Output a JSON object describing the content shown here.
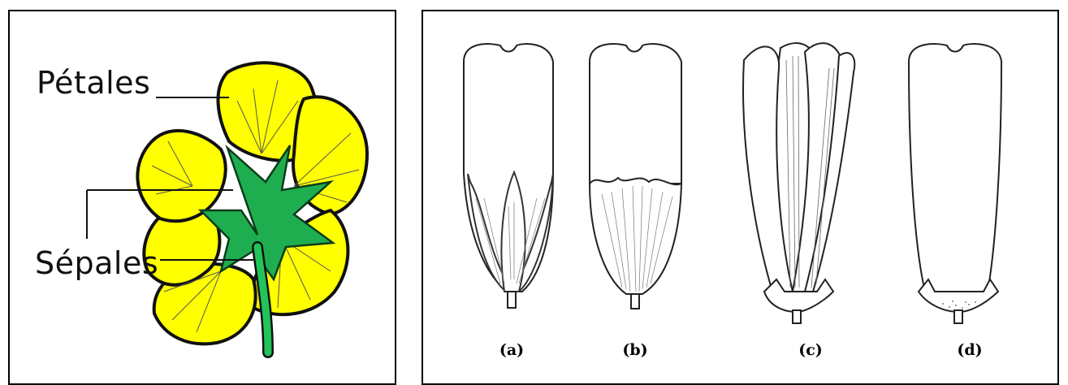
{
  "left_panel": {
    "labels": {
      "petals": "Pétales",
      "sepals": "Sépales"
    },
    "colors": {
      "petal": "#FFFF00",
      "sepal": "#1FAE4F",
      "stem": "#22C45A",
      "outline": "#111111"
    }
  },
  "right_panel": {
    "figures": [
      {
        "id": "a",
        "caption": "(a)"
      },
      {
        "id": "b",
        "caption": "(b)"
      },
      {
        "id": "c",
        "caption": "(c)"
      },
      {
        "id": "d",
        "caption": "(d)"
      }
    ]
  }
}
